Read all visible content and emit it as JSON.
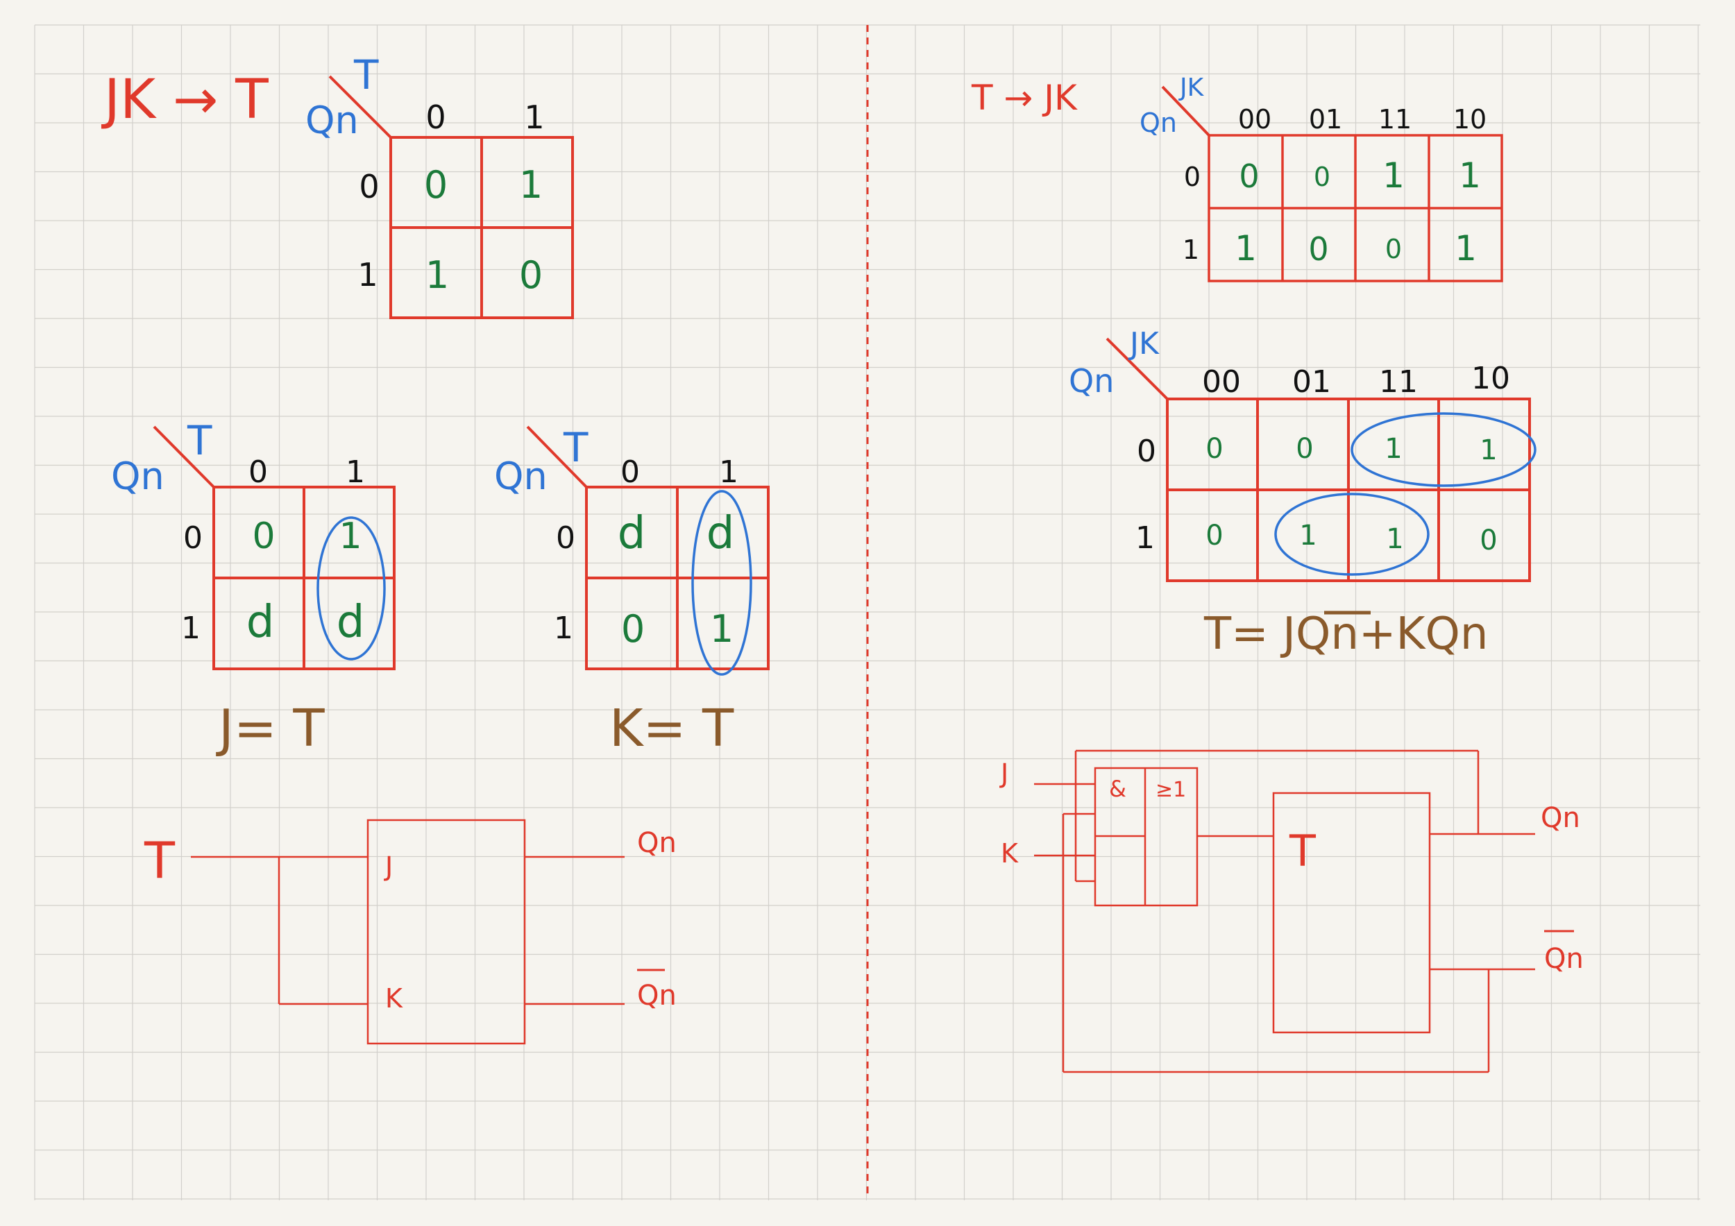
{
  "left": {
    "title": "JK → T",
    "kmap_main": {
      "corner_row": "Qn",
      "corner_col": "T",
      "col_headers": [
        "0",
        "1"
      ],
      "row_headers": [
        "0",
        "1"
      ],
      "cells": [
        [
          "0",
          "1"
        ],
        [
          "1",
          "0"
        ]
      ]
    },
    "kmap_j": {
      "corner_row": "Qn",
      "corner_col": "T",
      "col_headers": [
        "0",
        "1"
      ],
      "row_headers": [
        "0",
        "1"
      ],
      "cells": [
        [
          "0",
          "1"
        ],
        [
          "d",
          "d"
        ]
      ],
      "equation": "J= T"
    },
    "kmap_k": {
      "corner_row": "Qn",
      "corner_col": "T",
      "col_headers": [
        "0",
        "1"
      ],
      "row_headers": [
        "0",
        "1"
      ],
      "cells": [
        [
          "d",
          "d"
        ],
        [
          "0",
          "1"
        ]
      ],
      "equation": "K= T"
    },
    "circuit": {
      "input": "T",
      "pin_j": "J",
      "pin_k": "K",
      "out_q": "Qn",
      "out_qbar": "Qn"
    }
  },
  "right": {
    "title": "T → JK",
    "kmap_top": {
      "corner_row": "Qn",
      "corner_col": "JK",
      "col_headers": [
        "00",
        "01",
        "11",
        "10"
      ],
      "row_headers": [
        "0",
        "1"
      ],
      "cells": [
        [
          "0",
          "0",
          "1",
          "1"
        ],
        [
          "1",
          "0",
          "0",
          "1"
        ]
      ]
    },
    "kmap_bottom": {
      "corner_row": "Qn",
      "corner_col": "JK",
      "col_headers": [
        "00",
        "01",
        "11",
        "10"
      ],
      "row_headers": [
        "0",
        "1"
      ],
      "cells": [
        [
          "0",
          "0",
          "1",
          "1"
        ],
        [
          "0",
          "1",
          "1",
          "0"
        ]
      ],
      "equation": "T= JQn+KQn"
    },
    "circuit": {
      "in_j": "J",
      "in_k": "K",
      "gate_and": "&",
      "gate_or": "≥1",
      "ff_label": "T",
      "out_q": "Qn",
      "out_qbar": "Qn"
    }
  },
  "colors": {
    "background": "#f6f4ef",
    "grid": "#d2d0cb",
    "red": "#e0392b",
    "blue": "#2f74d4",
    "green": "#1b7a3a",
    "brown": "#8a5a2b",
    "black": "#111111"
  }
}
